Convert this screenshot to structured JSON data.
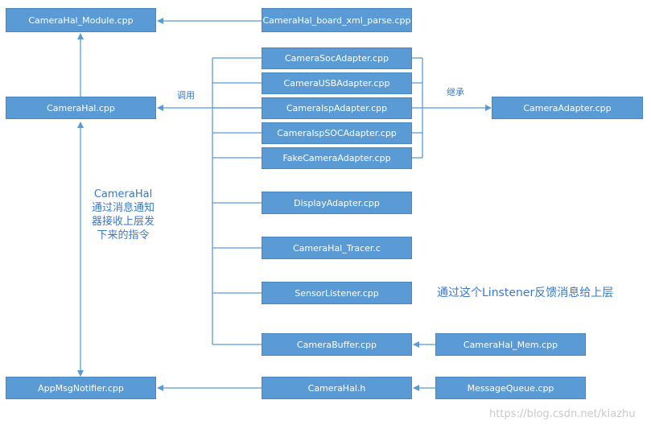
{
  "nodes": {
    "module": "CameraHal_Module.cpp",
    "board_xml": "CameraHal_board_xml_parse.cpp",
    "soc": "CameraSocAdapter.cpp",
    "usb": "CameraUSBAdapter.cpp",
    "isp": "CameraIspAdapter.cpp",
    "isp_soc": "CameraIspSOCAdapter.cpp",
    "fake": "FakeCameraAdapter.cpp",
    "camerahal": "CameraHal.cpp",
    "camera_adapter": "CameraAdapter.cpp",
    "display": "DisplayAdapter.cpp",
    "tracer": "CameraHal_Tracer.c",
    "sensor": "SensorListener.cpp",
    "buffer": "CameraBuffer.cpp",
    "mem": "CameraHal_Mem.cpp",
    "notifier": "AppMsgNotifier.cpp",
    "camerahal_h": "CameraHal.h",
    "msgqueue": "MessageQueue.cpp"
  },
  "labels": {
    "call": "调用",
    "inherit": "继承",
    "note_left": "CameraHal通过消息通知器接收上层发下来的指令",
    "note_right": "通过这个Linstener反馈消息给上层"
  },
  "watermark": "https://blog.csdn.net/kiazhu",
  "colors": {
    "box_fill": "#5b9bd5",
    "box_border": "#4a86c0",
    "box_text": "#ffffff",
    "line": "#5b9bd5",
    "label_text": "#3a78c6"
  }
}
